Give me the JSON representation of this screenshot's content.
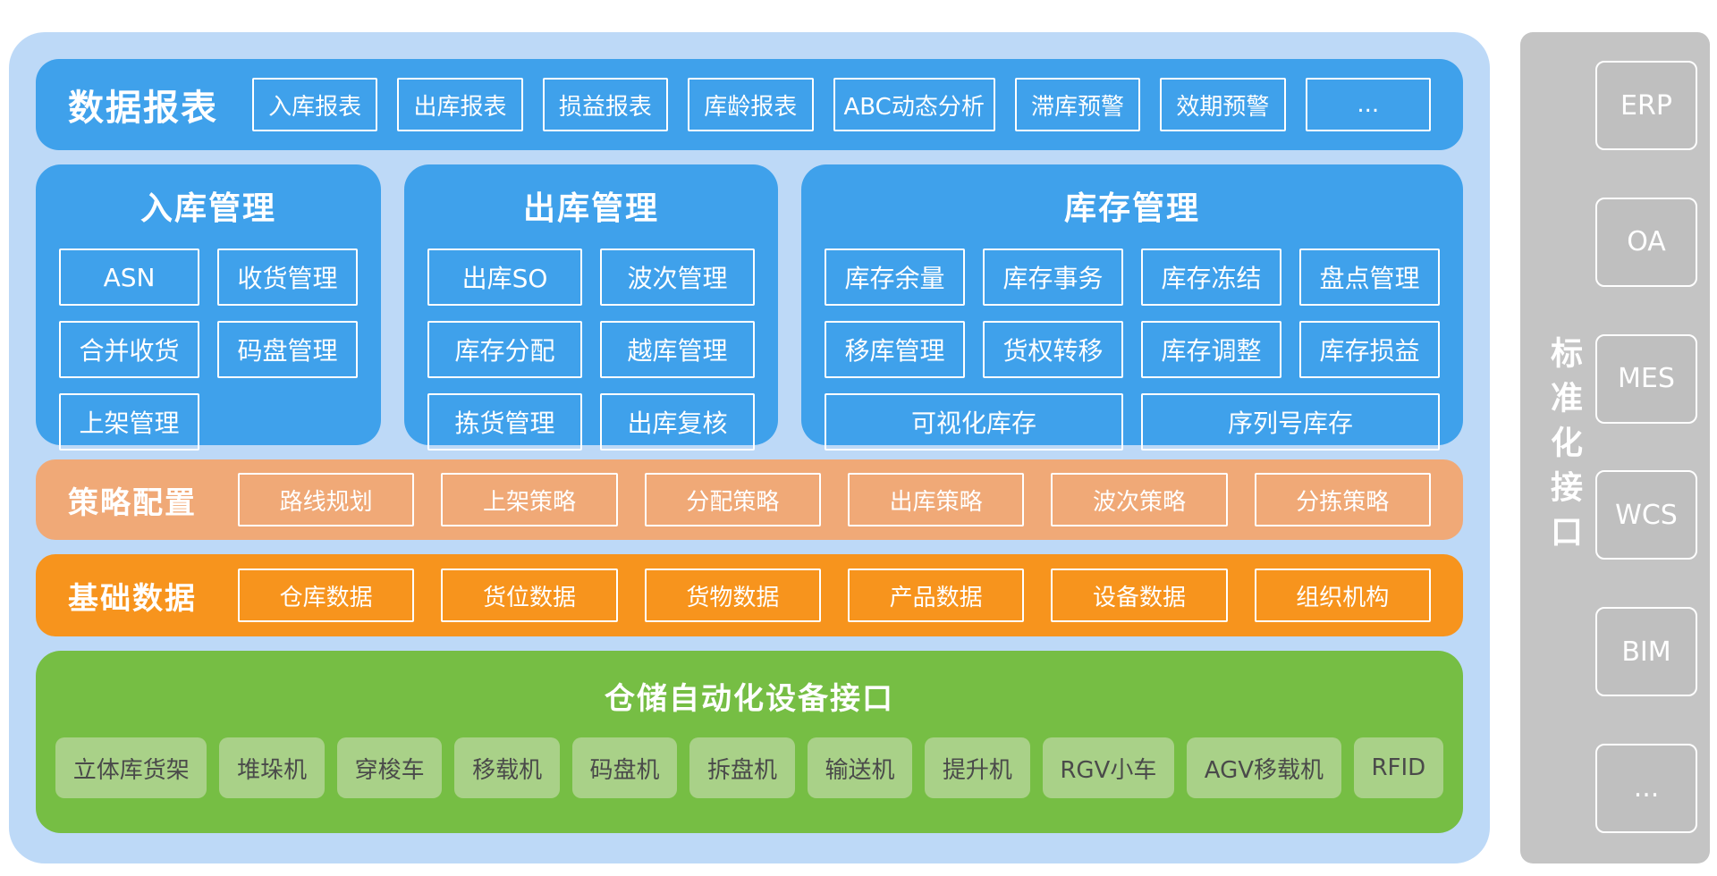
{
  "colors": {
    "container_bg": "#BDD9F7",
    "primary_blue": "#3FA1EB",
    "strategy_peach": "#F0A977",
    "base_orange": "#F7941D",
    "device_green": "#76BE44",
    "device_item_green": "#A9D188",
    "panel_gray": "#C4C4C4"
  },
  "report": {
    "title": "数据报表",
    "items": [
      "入库报表",
      "出库报表",
      "损益报表",
      "库龄报表",
      "ABC动态分析",
      "滞库预警",
      "效期预警",
      "..."
    ]
  },
  "modules": [
    {
      "title": "入库管理",
      "items": [
        "ASN",
        "收货管理",
        "合并收货",
        "码盘管理",
        "上架管理"
      ]
    },
    {
      "title": "出库管理",
      "items": [
        "出库SO",
        "波次管理",
        "库存分配",
        "越库管理",
        "拣货管理",
        "出库复核"
      ]
    },
    {
      "title": "库存管理",
      "items": [
        "库存余量",
        "库存事务",
        "库存冻结",
        "盘点管理",
        "移库管理",
        "货权转移",
        "库存调整",
        "库存损益",
        "可视化库存",
        "序列号库存"
      ]
    }
  ],
  "strategy": {
    "title": "策略配置",
    "items": [
      "路线规划",
      "上架策略",
      "分配策略",
      "出库策略",
      "波次策略",
      "分拣策略"
    ]
  },
  "base_data": {
    "title": "基础数据",
    "items": [
      "仓库数据",
      "货位数据",
      "货物数据",
      "产品数据",
      "设备数据",
      "组织机构"
    ]
  },
  "devices": {
    "title": "仓储自动化设备接口",
    "items": [
      "立体库货架",
      "堆垛机",
      "穿梭车",
      "移载机",
      "码盘机",
      "拆盘机",
      "输送机",
      "提升机",
      "RGV小车",
      "AGV移载机",
      "RFID"
    ]
  },
  "interfaces": {
    "title": "标准化接口",
    "items": [
      "ERP",
      "OA",
      "MES",
      "WCS",
      "BIM",
      "..."
    ]
  }
}
